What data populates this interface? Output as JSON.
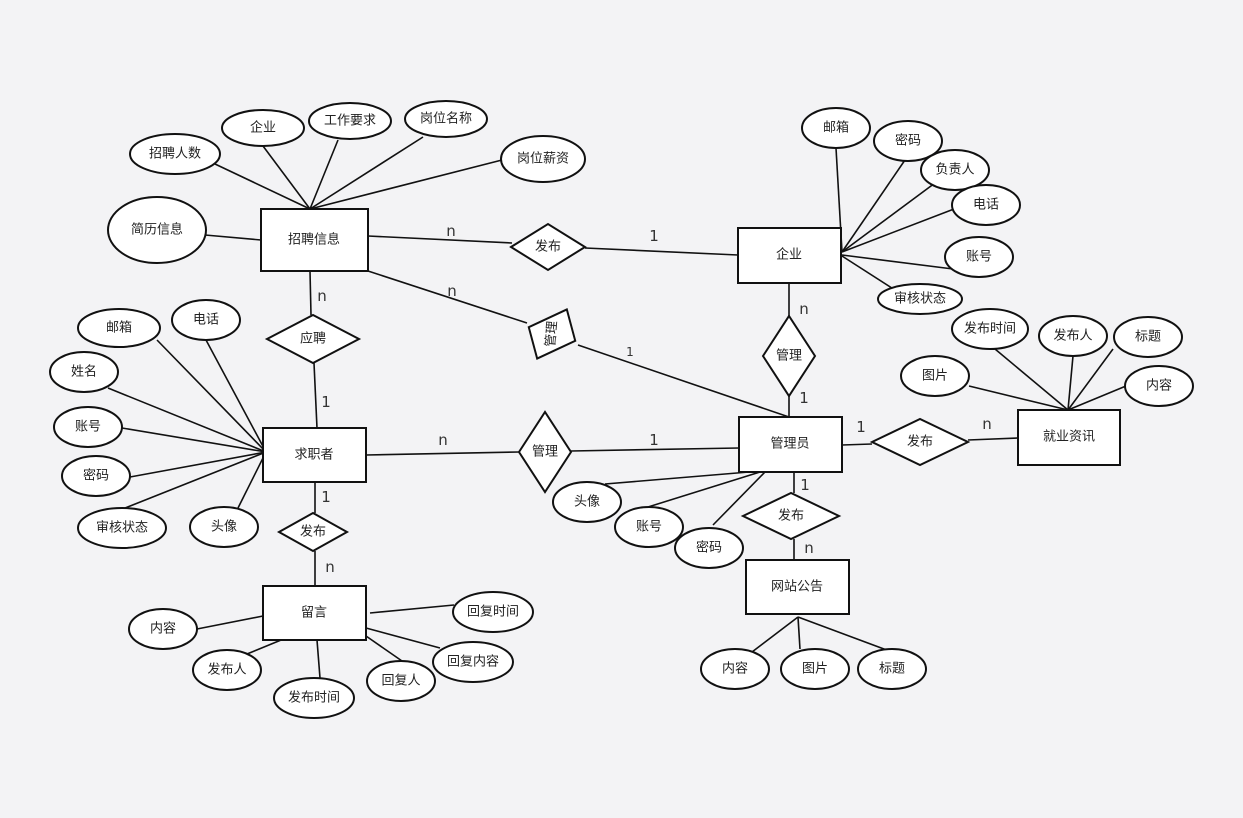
{
  "entities": {
    "recruit": "招聘信息",
    "company": "企业",
    "seeker": "求职者",
    "admin": "管理员",
    "news": "就业资讯",
    "message": "留言",
    "notice": "网站公告"
  },
  "relations": {
    "publish1": "发布",
    "apply": "应聘",
    "manage_rot": "管理",
    "manage_company": "管理",
    "manage_seeker": "管理",
    "publish_news": "发布",
    "publish_notice": "发布",
    "publish_msg": "发布"
  },
  "attributes": {
    "recruit": [
      "招聘人数",
      "企业",
      "工作要求",
      "岗位名称",
      "岗位薪资",
      "简历信息"
    ],
    "company": [
      "邮箱",
      "密码",
      "负责人",
      "电话",
      "账号",
      "审核状态"
    ],
    "news": [
      "发布时间",
      "发布人",
      "标题",
      "内容",
      "图片"
    ],
    "seeker": [
      "邮箱",
      "电话",
      "姓名",
      "账号",
      "密码",
      "审核状态",
      "头像"
    ],
    "admin": [
      "头像",
      "账号",
      "密码"
    ],
    "message": [
      "内容",
      "发布人",
      "发布时间",
      "回复人",
      "回复内容",
      "回复时间"
    ],
    "notice": [
      "内容",
      "图片",
      "标题"
    ]
  },
  "cardinality": [
    "n",
    "1",
    "n",
    "1",
    "n",
    "1",
    "n",
    "1",
    "n",
    "1",
    "1",
    "n",
    "1",
    "n",
    "1",
    "n"
  ]
}
